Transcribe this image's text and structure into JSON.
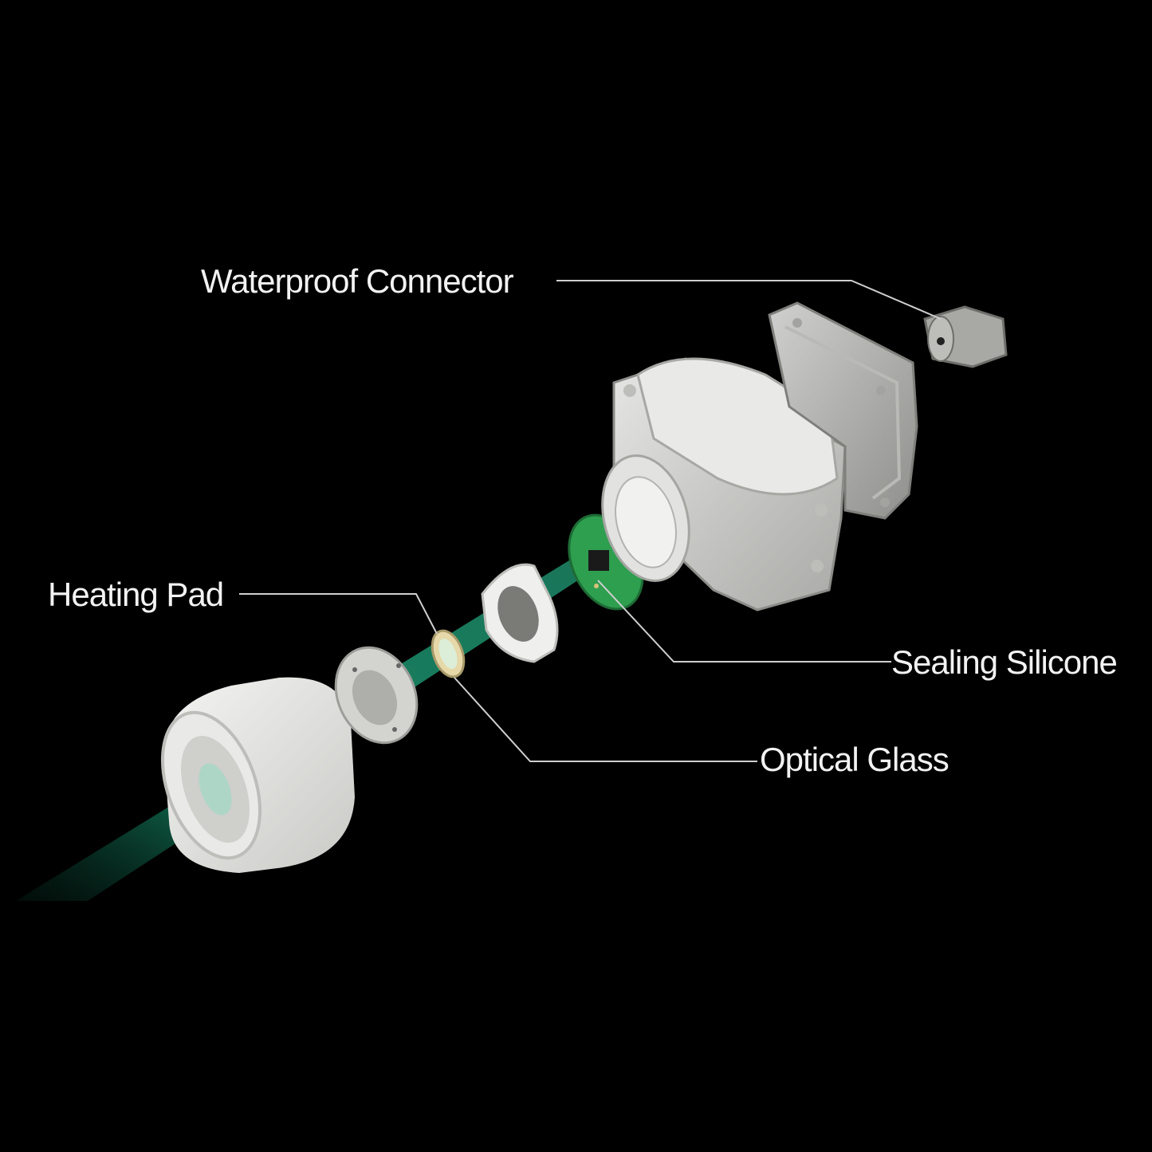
{
  "labels": {
    "waterproof_connector": "Waterproof Connector",
    "heating_pad": "Heating Pad",
    "sealing_silicone": "Sealing Silicone",
    "optical_glass": "Optical Glass"
  },
  "colors": {
    "background": "#000000",
    "label_text": "#f2f2f2",
    "leader_line": "#cfcfcf",
    "beam": "#1fbf8f",
    "housing": "#d9d9d7",
    "pcb": "#2e9e4f"
  }
}
